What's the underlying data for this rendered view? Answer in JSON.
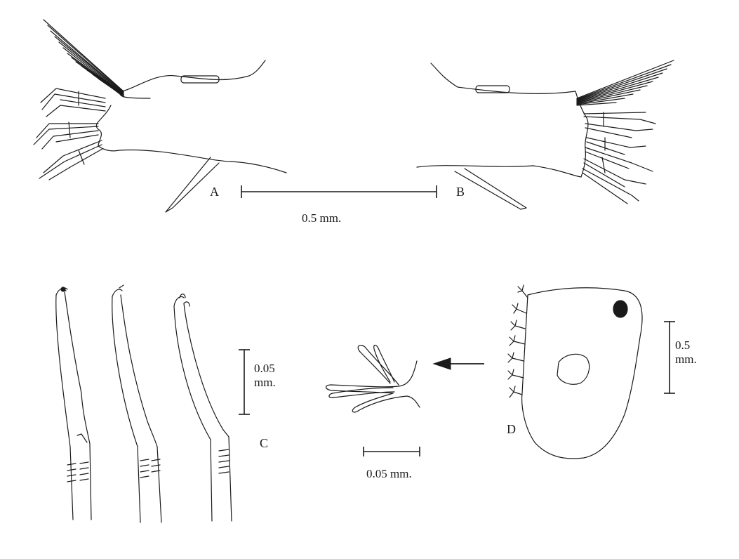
{
  "panels": {
    "a": {
      "letter": "A"
    },
    "b": {
      "letter": "B"
    },
    "c": {
      "letter": "C"
    },
    "d": {
      "letter": "D"
    }
  },
  "scale_bars": {
    "ab": {
      "label": "0.5 mm."
    },
    "c": {
      "line1": "0.05",
      "line2": "mm."
    },
    "detail": {
      "label": "0.05 mm."
    },
    "d": {
      "line1": "0.5",
      "line2": "mm."
    }
  },
  "colors": {
    "ink": "#1a1a1a",
    "background": "#ffffff"
  }
}
